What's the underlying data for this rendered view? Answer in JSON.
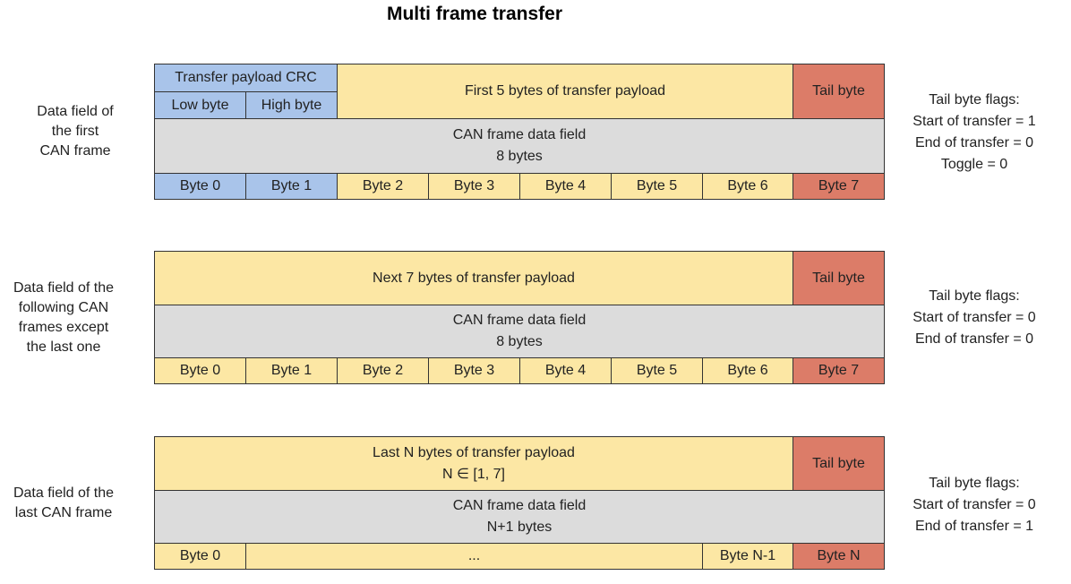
{
  "title": "Multi frame transfer",
  "frames": [
    {
      "side_label": [
        "Data field of",
        "the first",
        "CAN frame"
      ],
      "flags": [
        "Tail byte flags:",
        "Start of transfer = 1",
        "End of transfer = 0",
        "Toggle = 0"
      ],
      "crc_label": "Transfer payload CRC",
      "crc_low": "Low byte",
      "crc_high": "High byte",
      "payload": [
        "First 5 bytes of transfer payload"
      ],
      "tail": "Tail byte",
      "can_field": [
        "CAN frame data field",
        "8 bytes"
      ],
      "bytes": [
        "Byte 0",
        "Byte 1",
        "Byte 2",
        "Byte 3",
        "Byte 4",
        "Byte 5",
        "Byte 6",
        "Byte 7"
      ]
    },
    {
      "side_label": [
        "Data field of the",
        "following CAN",
        "frames except",
        "the last one"
      ],
      "flags": [
        "Tail byte flags:",
        "Start of transfer = 0",
        "End of transfer = 0"
      ],
      "payload": [
        "Next 7 bytes of transfer payload"
      ],
      "tail": "Tail byte",
      "can_field": [
        "CAN frame data field",
        "8 bytes"
      ],
      "bytes": [
        "Byte 0",
        "Byte 1",
        "Byte 2",
        "Byte 3",
        "Byte 4",
        "Byte 5",
        "Byte 6",
        "Byte 7"
      ]
    },
    {
      "side_label": [
        "Data field of the",
        "last CAN frame"
      ],
      "flags": [
        "Tail byte flags:",
        "Start of transfer = 0",
        "End of transfer = 1"
      ],
      "payload": [
        "Last N bytes of transfer payload",
        "N ∈ [1, 7]"
      ],
      "tail": "Tail byte",
      "can_field": [
        "CAN frame data field",
        "N+1 bytes"
      ],
      "bytes": [
        "Byte 0",
        "...",
        "Byte N-1",
        "Byte N"
      ]
    }
  ],
  "colors": {
    "crc": "#a9c4ea",
    "payload": "#fce7a4",
    "tail": "#dc7c68",
    "can_field": "#dcdcdc"
  }
}
